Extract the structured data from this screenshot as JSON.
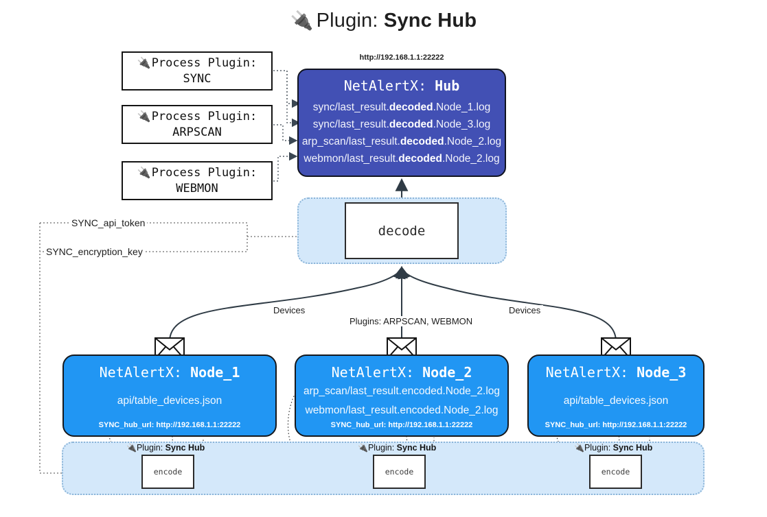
{
  "page": {
    "title_icon": "plug-icon",
    "title_prefix": "Plugin:",
    "title_name": "Sync Hub"
  },
  "process_plugins": [
    {
      "icon": "plug-icon",
      "line1": "Process Plugin:",
      "line2": "SYNC"
    },
    {
      "icon": "plug-icon",
      "line1": "Process Plugin:",
      "line2": "ARPSCAN"
    },
    {
      "icon": "plug-icon",
      "line1": "Process Plugin:",
      "line2": "WEBMON"
    }
  ],
  "hub": {
    "url": "http://192.168.1.1:22222",
    "title_prefix": "NetAlertX:",
    "title_name": "Hub",
    "lines": [
      {
        "pre": "sync/last_result.",
        "em": "decoded",
        "post": ".Node_1.log"
      },
      {
        "pre": "sync/last_result.",
        "em": "decoded",
        "post": ".Node_3.log"
      },
      {
        "pre": "arp_scan/last_result.",
        "em": "decoded",
        "post": ".Node_2.log"
      },
      {
        "pre": "webmon/last_result.",
        "em": "decoded",
        "post": ".Node_2.log"
      }
    ]
  },
  "decode": {
    "label": "decode"
  },
  "sync_params": {
    "api_token": "SYNC_api_token",
    "encryption_key": "SYNC_encryption_key"
  },
  "mid_labels": {
    "left_devices": "Devices",
    "center_plugins": "Plugins: ARPSCAN, WEBMON",
    "right_devices": "Devices"
  },
  "nodes": [
    {
      "envelope_icon": "envelope-icon",
      "title_prefix": "NetAlertX:",
      "title_name": "Node_1",
      "lines": [
        "api/table_devices.json"
      ],
      "footer": "SYNC_hub_url: http://192.168.1.1:22222"
    },
    {
      "envelope_icon": "envelope-icon",
      "title_prefix": "NetAlertX:",
      "title_name": "Node_2",
      "lines": [
        "arp_scan/last_result.encoded.Node_2.log",
        "webmon/last_result.encoded.Node_2.log"
      ],
      "footer": "SYNC_hub_url: http://192.168.1.1:22222"
    },
    {
      "envelope_icon": "envelope-icon",
      "title_prefix": "NetAlertX:",
      "title_name": "Node_3",
      "lines": [
        "api/table_devices.json"
      ],
      "footer": "SYNC_hub_url: http://192.168.1.1:22222"
    }
  ],
  "encoders": [
    {
      "icon": "plug-icon",
      "label_prefix": "Plugin:",
      "label_name": "Sync Hub",
      "box": "encode"
    },
    {
      "icon": "plug-icon",
      "label_prefix": "Plugin:",
      "label_name": "Sync Hub",
      "box": "encode"
    },
    {
      "icon": "plug-icon",
      "label_prefix": "Plugin:",
      "label_name": "Sync Hub",
      "box": "encode"
    }
  ],
  "colors": {
    "hub_fill": "#4250b4",
    "node_fill": "#2196f3",
    "container_fill": "#d4e8fa",
    "container_border": "#8ab4d8",
    "edge": "#2f3b45"
  }
}
